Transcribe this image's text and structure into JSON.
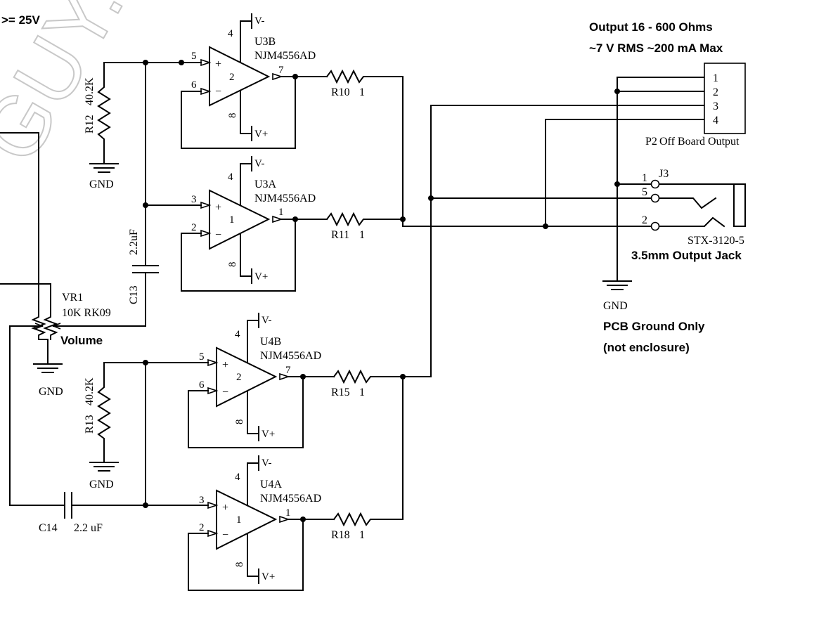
{
  "notes": {
    "voltage": ">= 25V",
    "output_title_1": "Output 16 - 600 Ohms",
    "output_title_2": "~7 V RMS ~200 mA Max",
    "jack_title": "3.5mm Output Jack",
    "ground_1": "PCB Ground Only",
    "ground_2": "(not enclosure)",
    "volume": "Volume",
    "watermark": "GUY.C"
  },
  "opamps": [
    {
      "ref": "U3B",
      "part": "NJM4556AD",
      "unit": "2",
      "pin_plus": "5",
      "pin_minus": "6",
      "pin_out": "7",
      "pin_vm": "4",
      "pin_vp": "8",
      "vminus": "V-",
      "vplus": "V+"
    },
    {
      "ref": "U3A",
      "part": "NJM4556AD",
      "unit": "1",
      "pin_plus": "3",
      "pin_minus": "2",
      "pin_out": "1",
      "pin_vm": "4",
      "pin_vp": "8",
      "vminus": "V-",
      "vplus": "V+"
    },
    {
      "ref": "U4B",
      "part": "NJM4556AD",
      "unit": "2",
      "pin_plus": "5",
      "pin_minus": "6",
      "pin_out": "7",
      "pin_vm": "4",
      "pin_vp": "8",
      "vminus": "V-",
      "vplus": "V+"
    },
    {
      "ref": "U4A",
      "part": "NJM4556AD",
      "unit": "1",
      "pin_plus": "3",
      "pin_minus": "2",
      "pin_out": "1",
      "pin_vm": "4",
      "pin_vp": "8",
      "vminus": "V-",
      "vplus": "V+"
    }
  ],
  "resistors": [
    {
      "ref": "R10",
      "value": "1"
    },
    {
      "ref": "R11",
      "value": "1"
    },
    {
      "ref": "R15",
      "value": "1"
    },
    {
      "ref": "R18",
      "value": "1"
    },
    {
      "ref": "R12",
      "value": "40.2K"
    },
    {
      "ref": "R13",
      "value": "40.2K"
    }
  ],
  "capacitors": [
    {
      "ref": "C13",
      "value": "2.2uF"
    },
    {
      "ref": "C14",
      "value": "2.2 uF"
    }
  ],
  "pot": {
    "ref": "VR1",
    "value": "10K RK09"
  },
  "gnd_label": "GND",
  "connector": {
    "ref": "P2",
    "name": "Off Board Output",
    "pins": [
      "1",
      "2",
      "3",
      "4"
    ]
  },
  "jack": {
    "ref": "J3",
    "part": "STX-3120-5",
    "pins": [
      "1",
      "5",
      "2"
    ]
  }
}
